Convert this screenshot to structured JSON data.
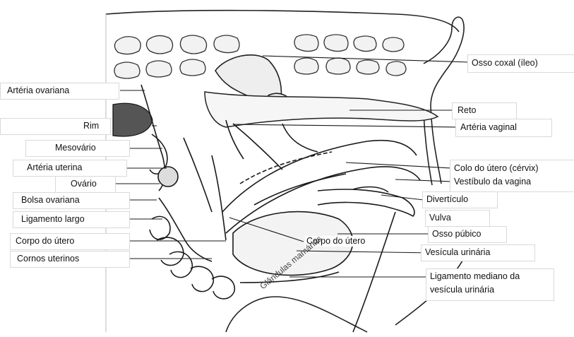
{
  "labels_left": {
    "arteria_ovariana": "Artéria ovariana",
    "rim": "Rim",
    "mesovario": "Mesovário",
    "arteria_uterina": "Artéria uterina",
    "ovario": "Ovário",
    "bolsa_ovariana": "Bolsa ovariana",
    "ligamento_largo": "Ligamento largo",
    "corpo_do_utero": "Corpo do útero",
    "cornos_uterinos": "Cornos uterinos"
  },
  "labels_right": {
    "osso_coxal": "Osso coxal (íleo)",
    "reto": "Reto",
    "arteria_vaginal": "Artéria vaginal",
    "colo_do_utero": "Colo do útero (cérvix)",
    "vestibulo": "Vestíbulo da vagina",
    "diverticulo": "Divertículo",
    "vulva": "Vulva",
    "osso_pubico": "Osso púbico",
    "vesicula_urinaria": "Vesícula urinária",
    "ligamento_mediano_1": "Ligamento mediano da",
    "ligamento_mediano_2": "vesícula urinária"
  },
  "labels_inner": {
    "corpo_do_utero_center": "Corpo do útero",
    "glandulas_mamarias": "Glândulas mamárias"
  },
  "colors": {
    "line": "#1a1a1a",
    "text": "#111111",
    "label_box": "#ffffff"
  }
}
